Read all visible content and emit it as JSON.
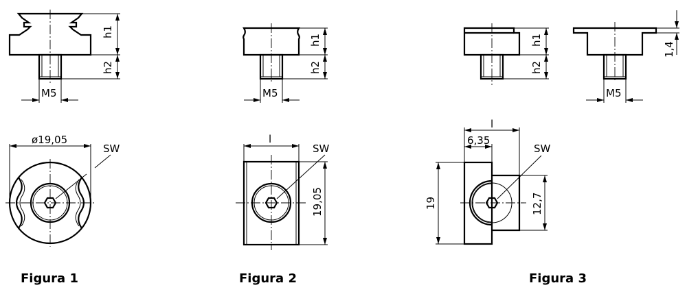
{
  "figures": [
    {
      "caption": "Figura 1",
      "thread": "M5",
      "h1": "h1",
      "h2": "h2",
      "diameter": "ø19,05",
      "sw": "SW"
    },
    {
      "caption": "Figura 2",
      "thread": "M5",
      "h1": "h1",
      "h2": "h2",
      "length": "l",
      "width": "19,05",
      "sw": "SW"
    },
    {
      "caption": "Figura 3",
      "thread": "M5",
      "h1": "h1",
      "h2": "h2",
      "flange": "1,4",
      "length": "l",
      "offset": "6,35",
      "height": "19",
      "inner_height": "12,7",
      "sw": "SW"
    }
  ]
}
